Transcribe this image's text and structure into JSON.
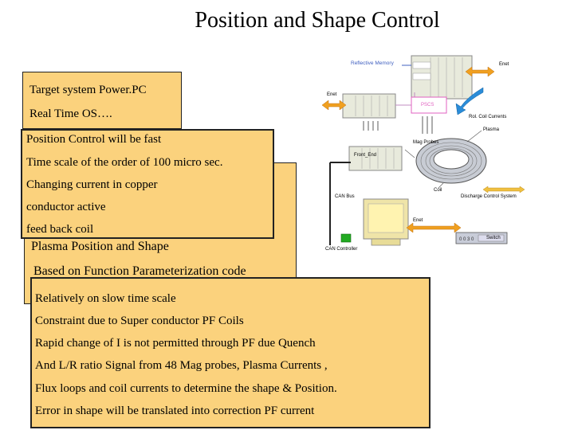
{
  "slide": {
    "title": "Position and Shape Control"
  },
  "box1": {
    "lines": [
      "Target system  Power.PC",
      "Real Time OS…."
    ]
  },
  "box2": {
    "lines": [
      "Position Control will be fast",
      "Time scale of the order of 100 micro sec.",
      "Changing current in  copper",
      "conductor active",
      "feed back coil"
    ]
  },
  "box3": {
    "lines": [
      "Plasma Position and Shape",
      "Based on Function Parameterization code"
    ]
  },
  "box4": {
    "lines": [
      "Relatively on slow time scale",
      "Constraint due to Super conductor PF Coils",
      "Rapid change of I is not permitted through PF due Quench",
      "And L/R ratio  Signal from 48 Mag probes, Plasma Currents ,",
      "Flux loops  and coil currents  to determine the     shape & Position.",
      "Error in shape will be translated into correction PF current"
    ]
  },
  "diagram": {
    "reflective_memory": "Reflective Memory",
    "enet_top": "Enet",
    "enet_left": "Enet",
    "enet_bottom": "Enet",
    "pscs": "PSCS",
    "rl_coil": "Rol. Coil Currents",
    "mag_probes": "Mag Probes",
    "plasma": "Plasma",
    "front_end": "Front_End",
    "coil": "Coil",
    "can_bus": "CAN Bus",
    "discharge": "Discharge Control System",
    "switch": "Switch",
    "can_controller": "CAN Controller",
    "colors": {
      "orange_arrow": "#f0a020",
      "pscs_border": "#e060c0",
      "title_blue": "#4060c0",
      "panel": "#d8dccc"
    }
  }
}
